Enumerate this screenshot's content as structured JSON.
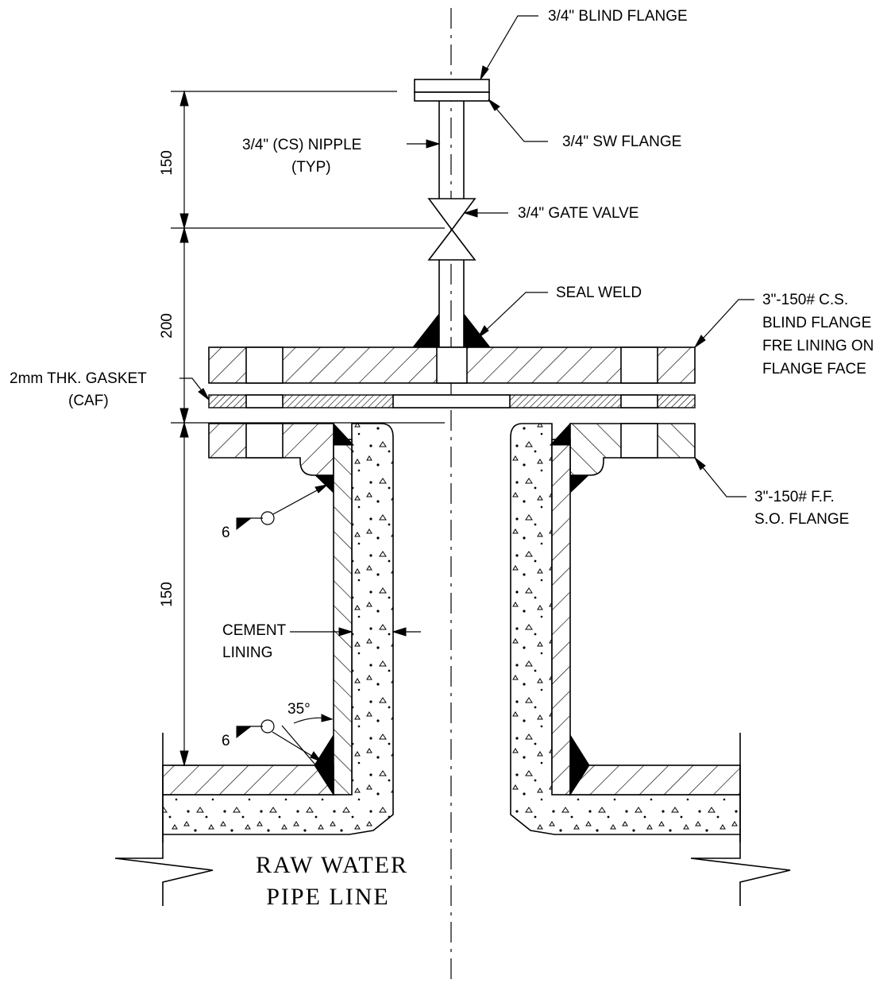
{
  "labels": {
    "blind_flange_small": "3/4\" BLIND FLANGE",
    "sw_flange": "3/4\" SW FLANGE",
    "nipple_line1": "3/4\" (CS) NIPPLE",
    "nipple_line2": "(TYP)",
    "gate_valve": "3/4\" GATE VALVE",
    "seal_weld": "SEAL WELD",
    "blind_flange_line1": "3\"-150# C.S.",
    "blind_flange_line2": "BLIND FLANGE",
    "blind_flange_line3": "FRE LINING ON",
    "blind_flange_line4": "FLANGE FACE",
    "gasket_line1": "2mm THK. GASKET",
    "gasket_line2": "(CAF)",
    "so_flange_line1": "3\"-150# F.F.",
    "so_flange_line2": "S.O. FLANGE",
    "cement_line1": "CEMENT",
    "cement_line2": "LINING",
    "weld_size_upper": "6",
    "weld_size_lower": "6",
    "angle": "35°",
    "pipe_line1": "RAW WATER",
    "pipe_line2": "PIPE LINE"
  },
  "dimensions": {
    "top": "150",
    "middle": "200",
    "bottom": "150"
  }
}
